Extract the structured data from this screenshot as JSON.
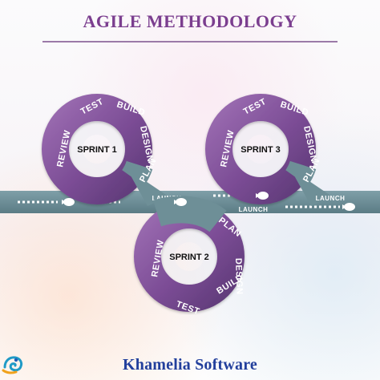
{
  "title": "AGILE METHODOLOGY",
  "sprints": [
    {
      "label": "SPRINT 1",
      "segments": [
        "TEST",
        "BUILD",
        "DESIGN",
        "PLAN",
        "REVIEW"
      ],
      "launch": "LAUNCH"
    },
    {
      "label": "SPRINT 2",
      "segments": [
        "PLAN",
        "DESIGN",
        "BUILD",
        "TEST",
        "REVIEW"
      ],
      "launch": ""
    },
    {
      "label": "SPRINT 3",
      "segments": [
        "TEST",
        "BUILD",
        "DESIGN",
        "PLAN",
        "REVIEW"
      ],
      "launch": "LAUNCH"
    }
  ],
  "middle_launch": "LAUNCH",
  "brand": {
    "name": "Khamelia Software"
  },
  "colors": {
    "purple": "#7b4c95",
    "purple_dark": "#5f3b79",
    "purple_light": "#9b74b0",
    "road": "#6e8f97",
    "road_dark": "#5b7c85",
    "title": "#7b3e8f",
    "brand": "#223f9c"
  }
}
